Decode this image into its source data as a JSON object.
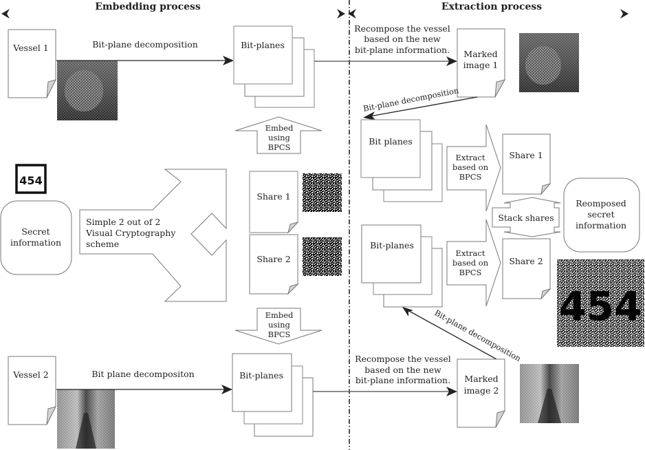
{
  "headers": {
    "embedding": "Embedding process",
    "extraction": "Extraction process"
  },
  "embedding": {
    "vessel1": "Vessel 1",
    "vessel2": "Vessel 2",
    "decomp1": "Bit-plane decomposition",
    "decomp2": "Bit plane decompositon",
    "bitplanes_top": "Bit-planes",
    "bitplanes_bottom": "Bit-planes",
    "embed_top": [
      "Embed",
      "using",
      "BPCS"
    ],
    "embed_bottom": [
      "Embed",
      "using",
      "BPCS"
    ],
    "secret_image_text": "454",
    "secret": [
      "Secret",
      "information"
    ],
    "vc_scheme": [
      "Simple 2 out of 2",
      "Visual Cryptography",
      "scheme"
    ],
    "share1": "Share 1",
    "share2": "Share 2"
  },
  "extraction": {
    "recompose_top": [
      "Recompose the vessel",
      "based on the new",
      "bit-plane information."
    ],
    "recompose_bottom": [
      "Recompose the vessel",
      "based on the new",
      "bit-plane information."
    ],
    "marked1": [
      "Marked",
      "image 1"
    ],
    "marked2": [
      "Marked",
      "image 2"
    ],
    "decomp_top": "Bit-plane decomposition",
    "decomp_bottom": "Bit-plane decomposition",
    "bitplanes_top": "Bit planes",
    "bitplanes_bottom": "Bit-planes",
    "extract_top": [
      "Extract",
      "based on",
      "BPCS"
    ],
    "extract_bottom": [
      "Extract",
      "based on",
      "BPCS"
    ],
    "share1": "Share 1",
    "share2": "Share 2",
    "stack": "Stack shares",
    "reomposed": [
      "Reomposed",
      "secret",
      "information"
    ],
    "recovered_text": "454"
  }
}
